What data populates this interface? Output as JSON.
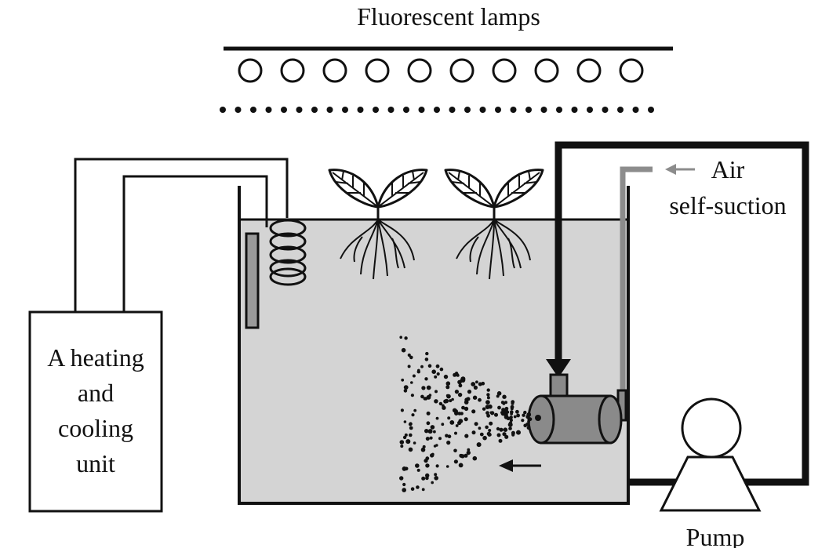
{
  "labels": {
    "lamps": "Fluorescent lamps",
    "air_line1": "Air",
    "air_line2": "self-suction",
    "unit_line1": "A heating",
    "unit_line2": "and",
    "unit_line3": "cooling",
    "unit_line4": "unit",
    "pump": "Pump"
  },
  "colors": {
    "line": "#111111",
    "water": "#d4d4d4",
    "air_tube": "#8c8c8c",
    "motor": "#8a8a8a",
    "thermometer": "#9a9a9a"
  },
  "icons": {
    "lamp": "lamp-tube-icon",
    "plant": "plant-seedling-icon",
    "coil": "heat-exchange-coil-icon",
    "thermometer": "thermometer-icon",
    "injector": "venturi-injector-icon",
    "pump": "pump-icon"
  }
}
